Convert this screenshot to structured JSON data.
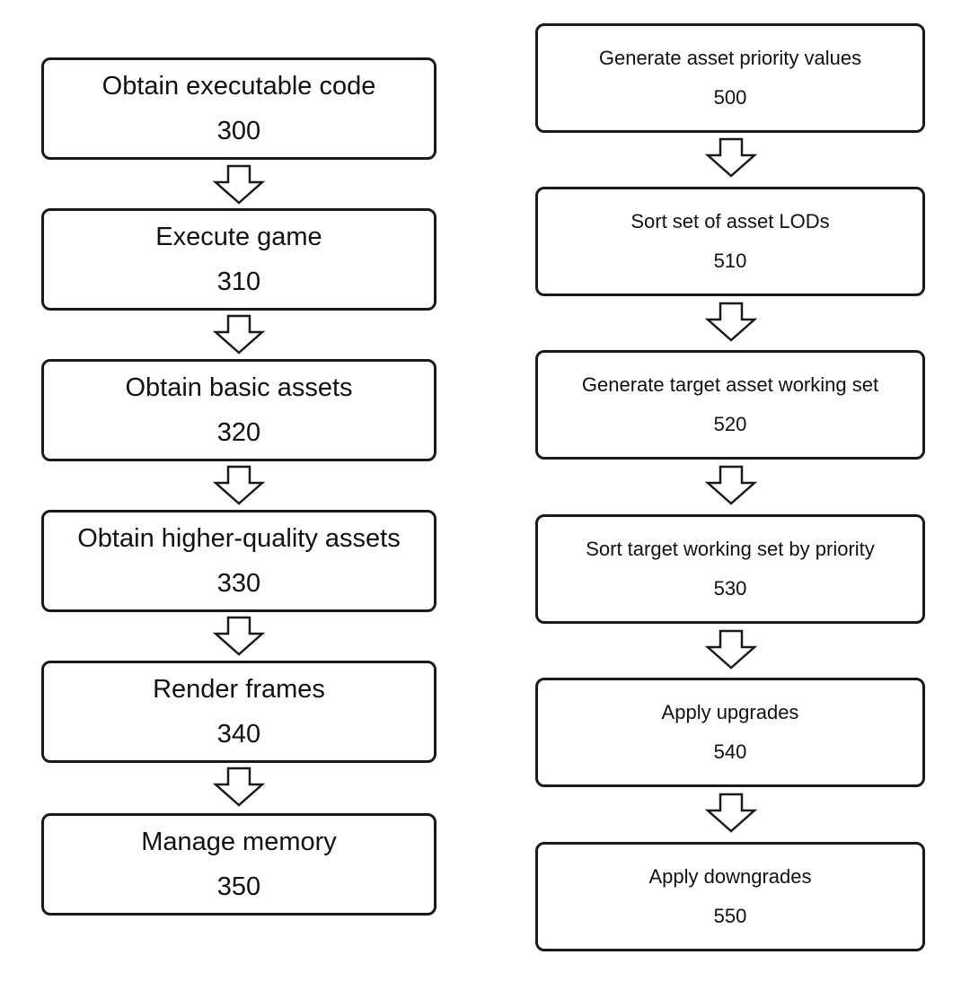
{
  "left_flow": {
    "steps": [
      {
        "label": "Obtain executable code",
        "number": "300"
      },
      {
        "label": "Execute game",
        "number": "310"
      },
      {
        "label": "Obtain basic assets",
        "number": "320"
      },
      {
        "label": "Obtain higher-quality assets",
        "number": "330"
      },
      {
        "label": "Render frames",
        "number": "340"
      },
      {
        "label": "Manage memory",
        "number": "350"
      }
    ]
  },
  "right_flow": {
    "steps": [
      {
        "label": "Generate asset priority values",
        "number": "500"
      },
      {
        "label": "Sort set of asset LODs",
        "number": "510"
      },
      {
        "label": "Generate target asset working set",
        "number": "520"
      },
      {
        "label": "Sort target working set by priority",
        "number": "530"
      },
      {
        "label": "Apply upgrades",
        "number": "540"
      },
      {
        "label": "Apply downgrades",
        "number": "550"
      }
    ]
  },
  "colors": {
    "stroke": "#1a1a1a",
    "background": "#ffffff",
    "text": "#111111"
  },
  "icons": {
    "connector": "down-arrow-icon"
  }
}
